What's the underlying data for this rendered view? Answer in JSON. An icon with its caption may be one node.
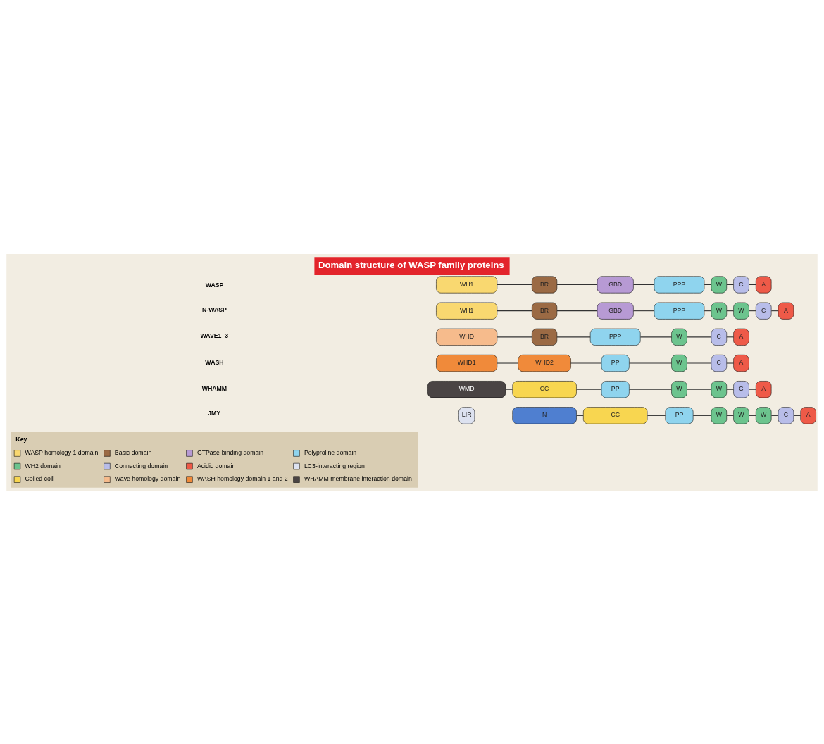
{
  "diagram": {
    "title": "Domain structure of WASP family proteins",
    "nodes": [
      {
        "text": [
          "WH1"
        ]
      },
      {
        "text": [
          "BR"
        ]
      },
      {
        "text": [
          "GBD"
        ]
      },
      {
        "text": [
          "PPP"
        ]
      },
      {
        "text": [
          "W"
        ]
      },
      {
        "text": [
          "C"
        ]
      },
      {
        "text": [
          "A"
        ]
      },
      {
        "text": [
          "WH1"
        ]
      },
      {
        "text": [
          "BR"
        ]
      },
      {
        "text": [
          "GBD"
        ]
      },
      {
        "text": [
          "PPP"
        ]
      },
      {
        "text": [
          "W"
        ]
      },
      {
        "text": [
          "W"
        ]
      },
      {
        "text": [
          "C"
        ]
      },
      {
        "text": [
          "A"
        ]
      },
      {
        "text": [
          "WHD"
        ]
      },
      {
        "text": [
          "BR"
        ]
      },
      {
        "text": [
          "PPP"
        ]
      },
      {
        "text": [
          "W"
        ]
      },
      {
        "text": [
          "C"
        ]
      },
      {
        "text": [
          "A"
        ]
      },
      {
        "text": [
          "WHD1"
        ]
      },
      {
        "text": [
          "WHD2"
        ]
      },
      {
        "text": [
          "PP"
        ]
      },
      {
        "text": [
          "W"
        ]
      },
      {
        "text": [
          "C"
        ]
      },
      {
        "text": [
          "A"
        ]
      },
      {
        "text": [
          "WMD"
        ]
      },
      {
        "text": [
          "CC"
        ]
      },
      {
        "text": [
          "PP"
        ]
      },
      {
        "text": [
          "W"
        ]
      },
      {
        "text": [
          "W"
        ]
      },
      {
        "text": [
          "C"
        ]
      },
      {
        "text": [
          "A"
        ]
      },
      {
        "text": [
          "LIR"
        ]
      },
      {
        "text": [
          "N"
        ]
      },
      {
        "text": [
          "CC"
        ]
      },
      {
        "text": [
          "PP"
        ]
      },
      {
        "text": [
          "W"
        ]
      },
      {
        "text": [
          "W"
        ]
      },
      {
        "text": [
          "W"
        ]
      },
      {
        "text": [
          "C"
        ]
      },
      {
        "text": [
          "A"
        ]
      }
    ],
    "edges": [
      {
        "from": 0,
        "to": 1,
        "arrow": "none"
      },
      {
        "from": 1,
        "to": 2,
        "arrow": "none"
      },
      {
        "from": 2,
        "to": 3,
        "arrow": "none"
      },
      {
        "from": 3,
        "to": 4,
        "arrow": "none"
      },
      {
        "from": 4,
        "to": 5,
        "arrow": "none"
      },
      {
        "from": 5,
        "to": 6,
        "arrow": "none"
      },
      {
        "from": 7,
        "to": 8,
        "arrow": "none"
      },
      {
        "from": 8,
        "to": 9,
        "arrow": "none"
      },
      {
        "from": 9,
        "to": 10,
        "arrow": "none"
      },
      {
        "from": 10,
        "to": 11,
        "arrow": "none"
      },
      {
        "from": 11,
        "to": 12,
        "arrow": "none"
      },
      {
        "from": 12,
        "to": 13,
        "arrow": "none"
      },
      {
        "from": 13,
        "to": 14,
        "arrow": "none"
      },
      {
        "from": 15,
        "to": 16,
        "arrow": "none"
      },
      {
        "from": 16,
        "to": 17,
        "arrow": "none"
      },
      {
        "from": 17,
        "to": 18,
        "arrow": "none"
      },
      {
        "from": 18,
        "to": 19,
        "arrow": "none"
      },
      {
        "from": 19,
        "to": 20,
        "arrow": "none"
      },
      {
        "from": 21,
        "to": 22,
        "arrow": "none"
      },
      {
        "from": 22,
        "to": 23,
        "arrow": "none"
      },
      {
        "from": 23,
        "to": 24,
        "arrow": "none"
      },
      {
        "from": 24,
        "to": 25,
        "arrow": "none"
      },
      {
        "from": 25,
        "to": 26,
        "arrow": "none"
      },
      {
        "from": 27,
        "to": 28,
        "arrow": "none"
      },
      {
        "from": 28,
        "to": 29,
        "arrow": "none"
      },
      {
        "from": 29,
        "to": 30,
        "arrow": "none"
      },
      {
        "from": 30,
        "to": 31,
        "arrow": "none"
      },
      {
        "from": 31,
        "to": 32,
        "arrow": "none"
      },
      {
        "from": 32,
        "to": 33,
        "arrow": "none"
      },
      {
        "from": 35,
        "to": 36,
        "arrow": "none"
      },
      {
        "from": 36,
        "to": 37,
        "arrow": "none"
      },
      {
        "from": 37,
        "to": 38,
        "arrow": "none"
      },
      {
        "from": 38,
        "to": 39,
        "arrow": "none"
      },
      {
        "from": 39,
        "to": 40,
        "arrow": "none"
      },
      {
        "from": 40,
        "to": 41,
        "arrow": "none"
      },
      {
        "from": 41,
        "to": 42,
        "arrow": "none"
      }
    ],
    "labels": [
      "WASP",
      "N-WASP",
      "WAVE1–3",
      "WASH",
      "WHAMM",
      "JMY",
      "Key"
    ],
    "legend": [
      {
        "text": "WASP homology 1 domain",
        "color": "#f9d870"
      },
      {
        "text": "Basic domain",
        "color": "#9b6a44"
      },
      {
        "text": "GTPase-binding domain",
        "color": "#b79ad4"
      },
      {
        "text": "Polyproline domain",
        "color": "#8fd4ee"
      },
      {
        "text": "WH2 domain",
        "color": "#6cc48e"
      },
      {
        "text": "Connecting domain",
        "color": "#b8bde9"
      },
      {
        "text": "Acidic domain",
        "color": "#ee5a48"
      },
      {
        "text": "LC3-interacting region",
        "color": "#dde2f0"
      },
      {
        "text": "Coiled coil",
        "color": "#f8d650"
      },
      {
        "text": "Wave homology domain",
        "color": "#f6bb8c"
      },
      {
        "text": "WASH homology domain 1 and 2",
        "color": "#f08a3a"
      },
      {
        "text": "WHAMM membrane interaction domain",
        "color": "#4a4444"
      }
    ]
  }
}
